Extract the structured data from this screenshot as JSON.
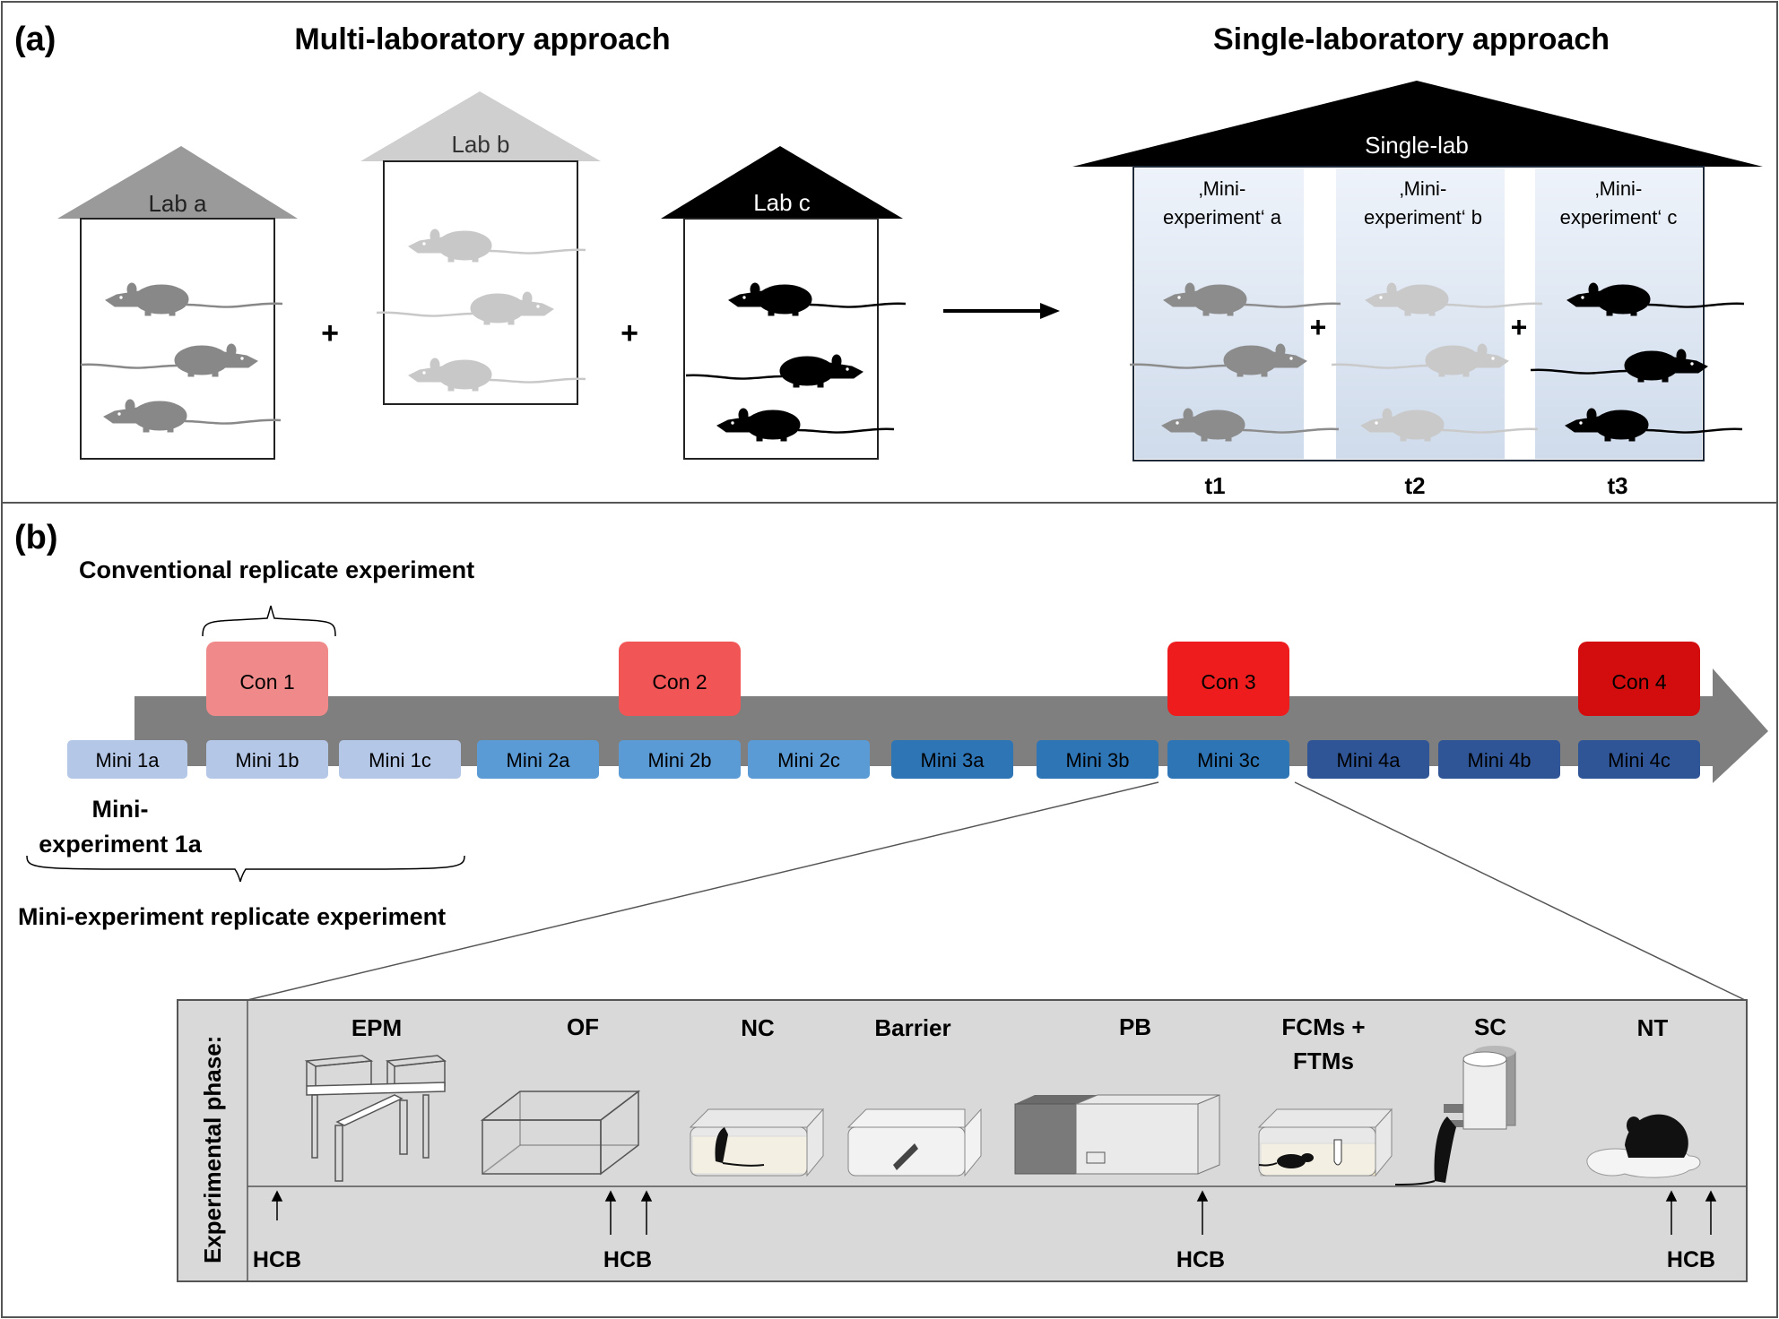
{
  "panel_a": {
    "label": "(a)",
    "multi_title": "Multi-laboratory approach",
    "single_title": "Single-laboratory approach",
    "lab_a": "Lab a",
    "lab_b": "Lab b",
    "lab_c": "Lab c",
    "plus": "+",
    "single_lab": "Single-lab",
    "minis": [
      {
        "line1": "‚Mini-",
        "line2": "experiment‘ a",
        "time": "t1"
      },
      {
        "line1": "‚Mini-",
        "line2": "experiment‘ b",
        "time": "t2"
      },
      {
        "line1": "‚Mini-",
        "line2": "experiment‘ c",
        "time": "t3"
      }
    ]
  },
  "panel_b": {
    "label": "(b)",
    "conventional_label": "Conventional replicate experiment",
    "mini_exp_line1": "Mini-",
    "mini_exp_line2": "experiment 1a",
    "mini_replicate_label": "Mini-experiment replicate experiment",
    "cons": [
      "Con 1",
      "Con 2",
      "Con 3",
      "Con 4"
    ],
    "con_colors": [
      "#f08a8a",
      "#f25555",
      "#ee1c1c",
      "#d30d0d"
    ],
    "minis": [
      "Mini 1a",
      "Mini 1b",
      "Mini 1c",
      "Mini 2a",
      "Mini 2b",
      "Mini 2c",
      "Mini 3a",
      "Mini 3b",
      "Mini 3c",
      "Mini 4a",
      "Mini 4b",
      "Mini 4c"
    ],
    "mini_colors": [
      "#b4c7e7",
      "#b4c7e7",
      "#b4c7e7",
      "#5b9bd5",
      "#5b9bd5",
      "#5b9bd5",
      "#2e75b6",
      "#2e75b6",
      "#2e75b6",
      "#2f5597",
      "#2f5597",
      "#2f5597"
    ],
    "phase_label": "Experimental phase:",
    "tests": [
      "EPM",
      "OF",
      "NC",
      "Barrier",
      "PB",
      "FCMs +",
      "FTMs",
      "SC",
      "NT"
    ],
    "hcb": "HCB"
  }
}
